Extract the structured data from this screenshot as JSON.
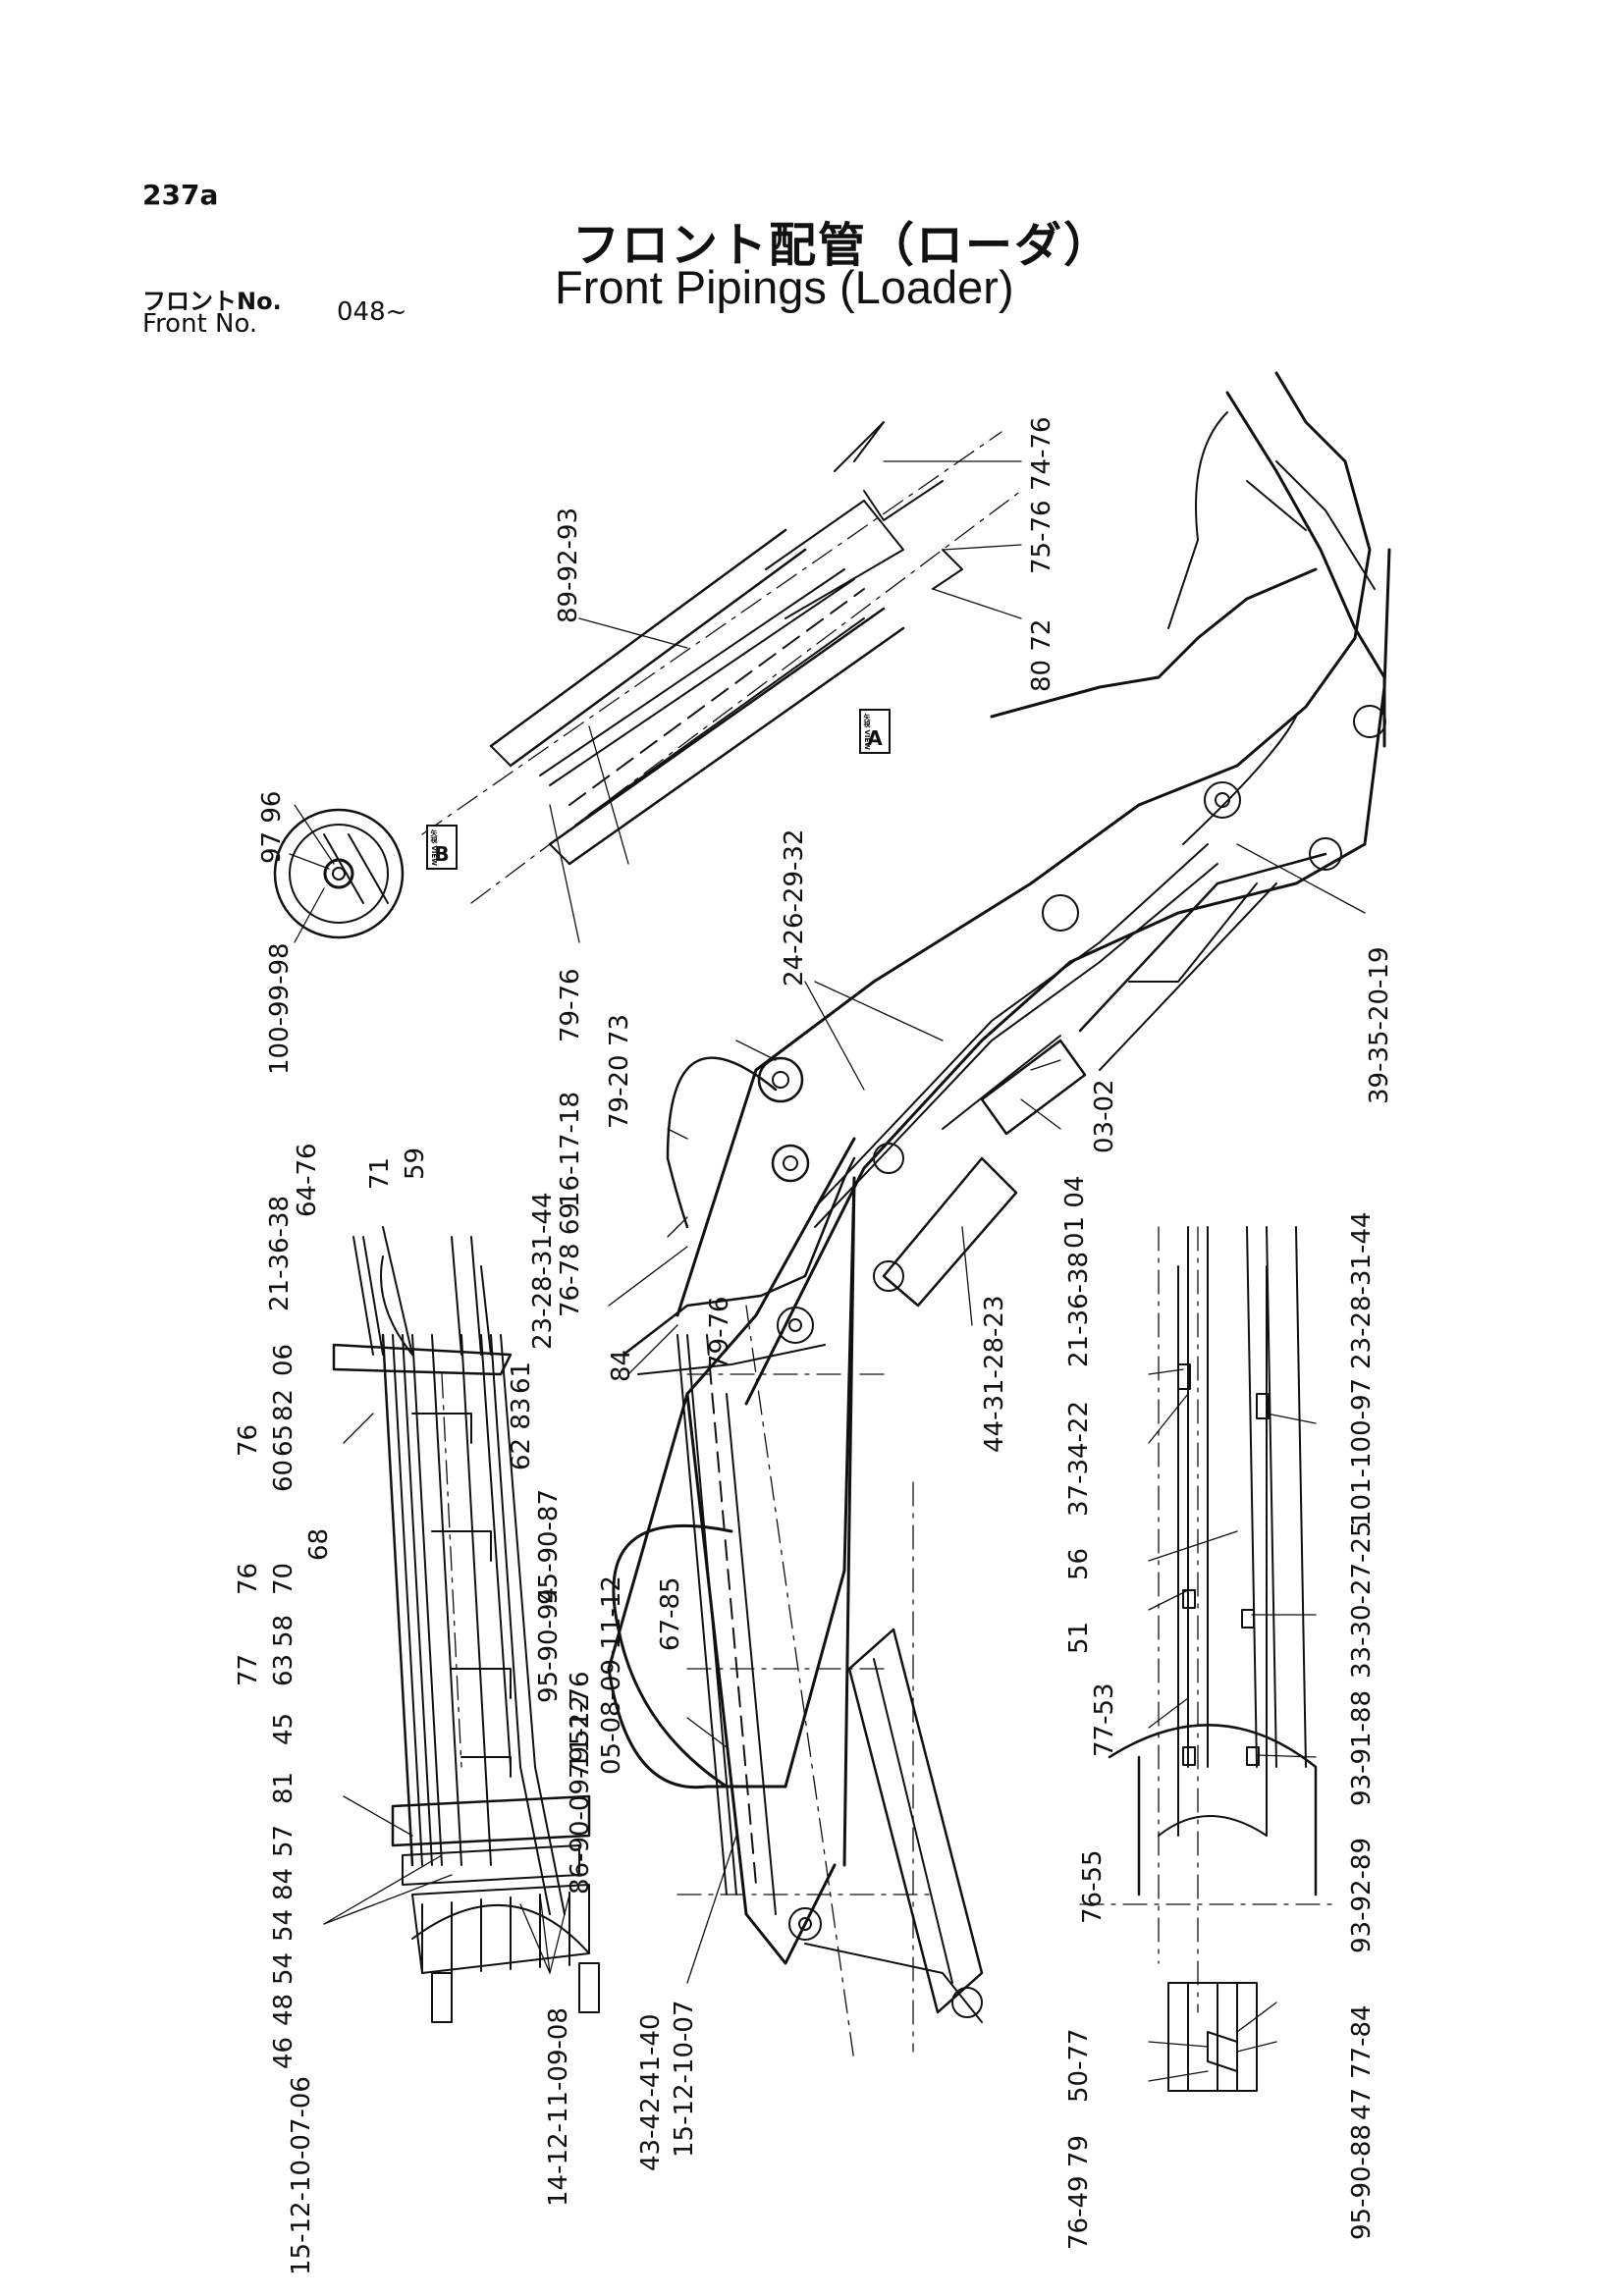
{
  "header": {
    "page_number": "237a",
    "title_jp": "フロント配管（ローダ）",
    "title_en": "Front Pipings (Loader)",
    "front_no_jp": "フロントNo.",
    "front_no_en": "Front No.",
    "serial": "048~"
  },
  "views": {
    "a_label": "A",
    "b_label": "B",
    "tag_text": "矢視 VIEW"
  },
  "part_labels": {
    "l01": "89-92-93",
    "l02": "74-76",
    "l03": "75-76",
    "l04": "80 72",
    "l05": "97 96",
    "l06": "100-99-98",
    "l07": "24-26-29-32",
    "l08": "39-35-20-19",
    "l09": "79-76",
    "l10": "79-20 73",
    "l11": "16-17-18",
    "l12": "76-78 69",
    "l13": "23-28-31-44",
    "l14": "03-02",
    "l15": "01 04",
    "l16": "64-76",
    "l17": "71",
    "l18": "59",
    "l19": "21-36-38",
    "l20": "06",
    "l21": "82",
    "l22": "65",
    "l23": "60",
    "l24": "76",
    "l25": "61",
    "l26": "62 83",
    "l27": "84",
    "l28": "79-76",
    "l29": "44-31-28-23",
    "l30": "21-36-38",
    "l31": "23-28-31-44",
    "l32": "101-100-97",
    "l33": "37-34-22",
    "l34": "33-30-27-25",
    "l35": "68",
    "l36": "95-90-87",
    "l37": "76",
    "l38": "70",
    "l39": "95-90-94",
    "l40": "86-90-09-11-12",
    "l41": "58",
    "l42": "63",
    "l43": "77",
    "l44": "52-76",
    "l45": "79",
    "l46": "05-08-09-11-12",
    "l47": "67-85",
    "l48": "51",
    "l49": "56",
    "l50": "93-91-88",
    "l51": "77-53",
    "l52": "45",
    "l53": "81",
    "l54": "57",
    "l55": "84",
    "l56": "54",
    "l57": "54",
    "l58": "48",
    "l59": "46",
    "l60": "15-12-10-07-06",
    "l61": "14-12-11-09-08",
    "l62": "43-42-41-40",
    "l63": "15-12-10-07",
    "l64": "76-55",
    "l65": "93-92-89",
    "l66": "77-84",
    "l67": "47",
    "l68": "50-77",
    "l69": "76-49 79",
    "l70": "95-90-88"
  },
  "colors": {
    "ink": "#111111",
    "paper": "#ffffff"
  }
}
